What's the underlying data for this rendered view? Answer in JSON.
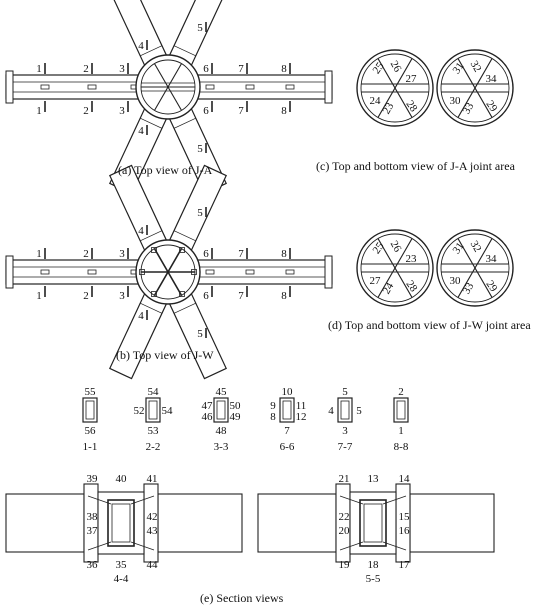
{
  "captions": {
    "a": "(a) Top view of J-A",
    "b": "(b) Top view of J-W",
    "c": "(c) Top and bottom view of J-A joint area",
    "d": "(d) Top and bottom view of J-W joint area",
    "e": "(e) Section views"
  },
  "section_marks_top": [
    "1",
    "2",
    "3",
    "6",
    "7",
    "8"
  ],
  "branch_marks": [
    "4",
    "5"
  ],
  "joint_area_labels": {
    "ja_left": [
      "25",
      "26",
      "24",
      "23",
      "27",
      "28"
    ],
    "ja_right": [
      "31",
      "32",
      "30",
      "33",
      "34",
      "29"
    ],
    "jw_left": [
      "25",
      "26",
      "27",
      "24",
      "23",
      "28"
    ],
    "jw_right": [
      "31",
      "32",
      "30",
      "33",
      "34",
      "29"
    ]
  },
  "sections": [
    {
      "name": "1-1",
      "top": "55",
      "bottom": "56",
      "left": "",
      "right": "",
      "left2": "",
      "right2": ""
    },
    {
      "name": "2-2",
      "top": "54",
      "bottom": "53",
      "left": "52",
      "right": "54",
      "left2": "",
      "right2": ""
    },
    {
      "name": "3-3",
      "top": "45",
      "bottom": "48",
      "left": "47",
      "right": "50",
      "left2": "46",
      "right2": "49"
    },
    {
      "name": "6-6",
      "top": "10",
      "bottom": "7",
      "left": "9",
      "right": "11",
      "left2": "8",
      "right2": "12"
    },
    {
      "name": "7-7",
      "top": "5",
      "bottom": "3",
      "left": "4",
      "right": "5",
      "left2": "",
      "right2": ""
    },
    {
      "name": "8-8",
      "top": "2",
      "bottom": "1",
      "left": "",
      "right": "",
      "left2": "",
      "right2": ""
    }
  ],
  "detail_44": {
    "name": "4-4",
    "tl": "39",
    "tc": "40",
    "tr": "41",
    "l1": "38",
    "l2": "37",
    "r1": "42",
    "r2": "43",
    "bl": "36",
    "bc": "35",
    "br": "44"
  },
  "detail_55": {
    "name": "5-5",
    "tl": "21",
    "tc": "13",
    "tr": "14",
    "l1": "22",
    "l2": "20",
    "r1": "15",
    "r2": "16",
    "bl": "19",
    "bc": "18",
    "br": "17"
  }
}
